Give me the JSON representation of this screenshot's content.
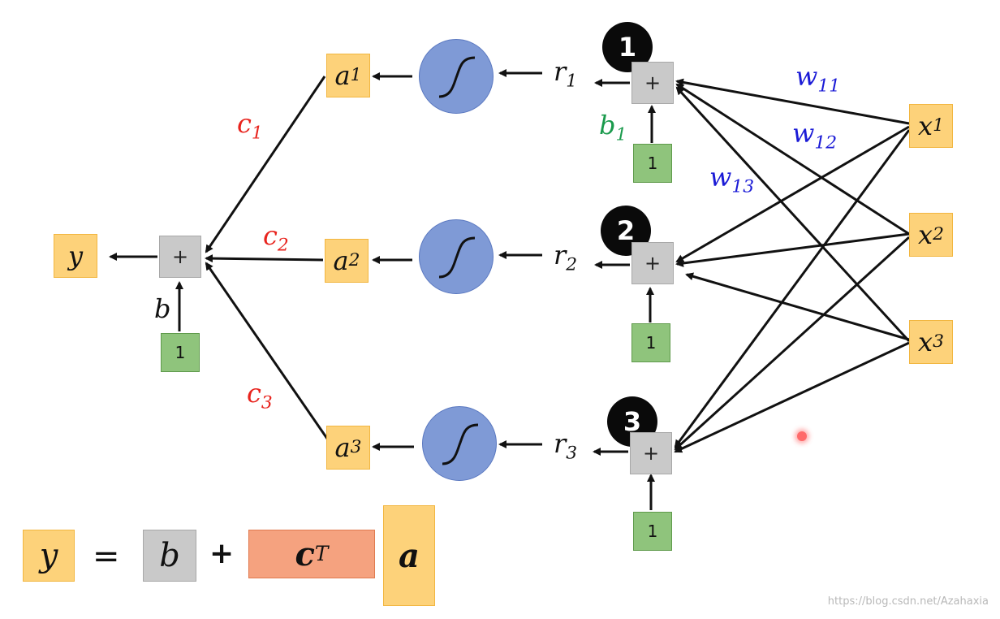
{
  "colors": {
    "input_box": "#fdd27a",
    "sum_node": "#c9c9c9",
    "bias_one": "#8fc47c",
    "sigmoid": "#7f9ad6",
    "c_labels": "#e8231d",
    "w_labels": "#1b1bd6",
    "b1_label": "#1a9a4c",
    "c_transpose_box": "#f5a27f"
  },
  "icons": {
    "sigmoid": "sigmoid-curve-icon",
    "pointer": "red-laser-pointer"
  },
  "inputs": [
    {
      "sym": "x",
      "sub": "1"
    },
    {
      "sym": "x",
      "sub": "2"
    },
    {
      "sym": "x",
      "sub": "3"
    }
  ],
  "weights": [
    {
      "sym": "w",
      "sub": "11"
    },
    {
      "sym": "w",
      "sub": "12"
    },
    {
      "sym": "w",
      "sub": "13"
    }
  ],
  "neurons": [
    {
      "badge": "1",
      "plus": "+",
      "bias_box": "1",
      "bias_label": {
        "sym": "b",
        "sub": "1"
      },
      "r": {
        "sym": "r",
        "sub": "1"
      },
      "a": {
        "sym": "a",
        "sub": "1"
      },
      "c": {
        "sym": "c",
        "sub": "1"
      }
    },
    {
      "badge": "2",
      "plus": "+",
      "bias_box": "1",
      "r": {
        "sym": "r",
        "sub": "2"
      },
      "a": {
        "sym": "a",
        "sub": "2"
      },
      "c": {
        "sym": "c",
        "sub": "2"
      }
    },
    {
      "badge": "3",
      "plus": "+",
      "bias_box": "1",
      "r": {
        "sym": "r",
        "sub": "3"
      },
      "a": {
        "sym": "a",
        "sub": "3"
      },
      "c": {
        "sym": "c",
        "sub": "3"
      }
    }
  ],
  "output": {
    "plus": "+",
    "bias_box": "1",
    "bias_label": "b",
    "y": "y"
  },
  "equation": {
    "y": "y",
    "equals": "=",
    "b": "b",
    "plus": "+",
    "c": "c",
    "c_sup": "T",
    "a": "a"
  },
  "watermark": "https://blog.csdn.net/Azahaxia"
}
